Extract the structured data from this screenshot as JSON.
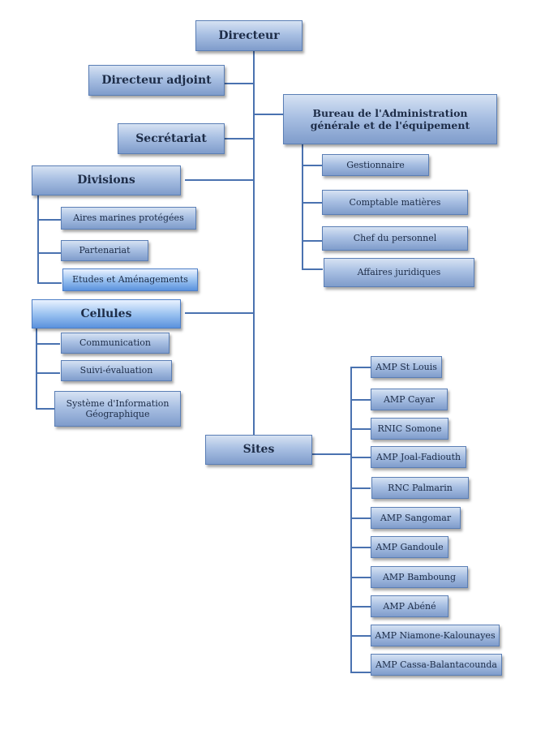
{
  "directeur": "Directeur",
  "directeur_adjoint": "Directeur adjoint",
  "secretariat": "Secrétariat",
  "bureau": {
    "title": "Bureau de l'Administration générale et de l'équipement",
    "items": [
      "Gestionnaire",
      "Comptable matières",
      "Chef  du personnel",
      "Affaires juridiques"
    ]
  },
  "divisions": {
    "title": "Divisions",
    "items": [
      "Aires marines protégées",
      "Partenariat",
      "Etudes et Aménagements"
    ]
  },
  "cellules": {
    "title": "Cellules",
    "items": [
      "Communication",
      "Suivi-évaluation",
      "Système d'Information Géographique"
    ]
  },
  "sites": {
    "title": "Sites",
    "items": [
      "AMP St Louis",
      "AMP Cayar",
      "RNIC Somone",
      "AMP Joal-Fadiouth",
      "RNC Palmarin",
      "AMP Sangomar",
      "AMP Gandoule",
      "AMP Bamboung",
      "AMP Abéné",
      "AMP Niamone-Kalounayes",
      "AMP Cassa-Balantacounda"
    ]
  }
}
